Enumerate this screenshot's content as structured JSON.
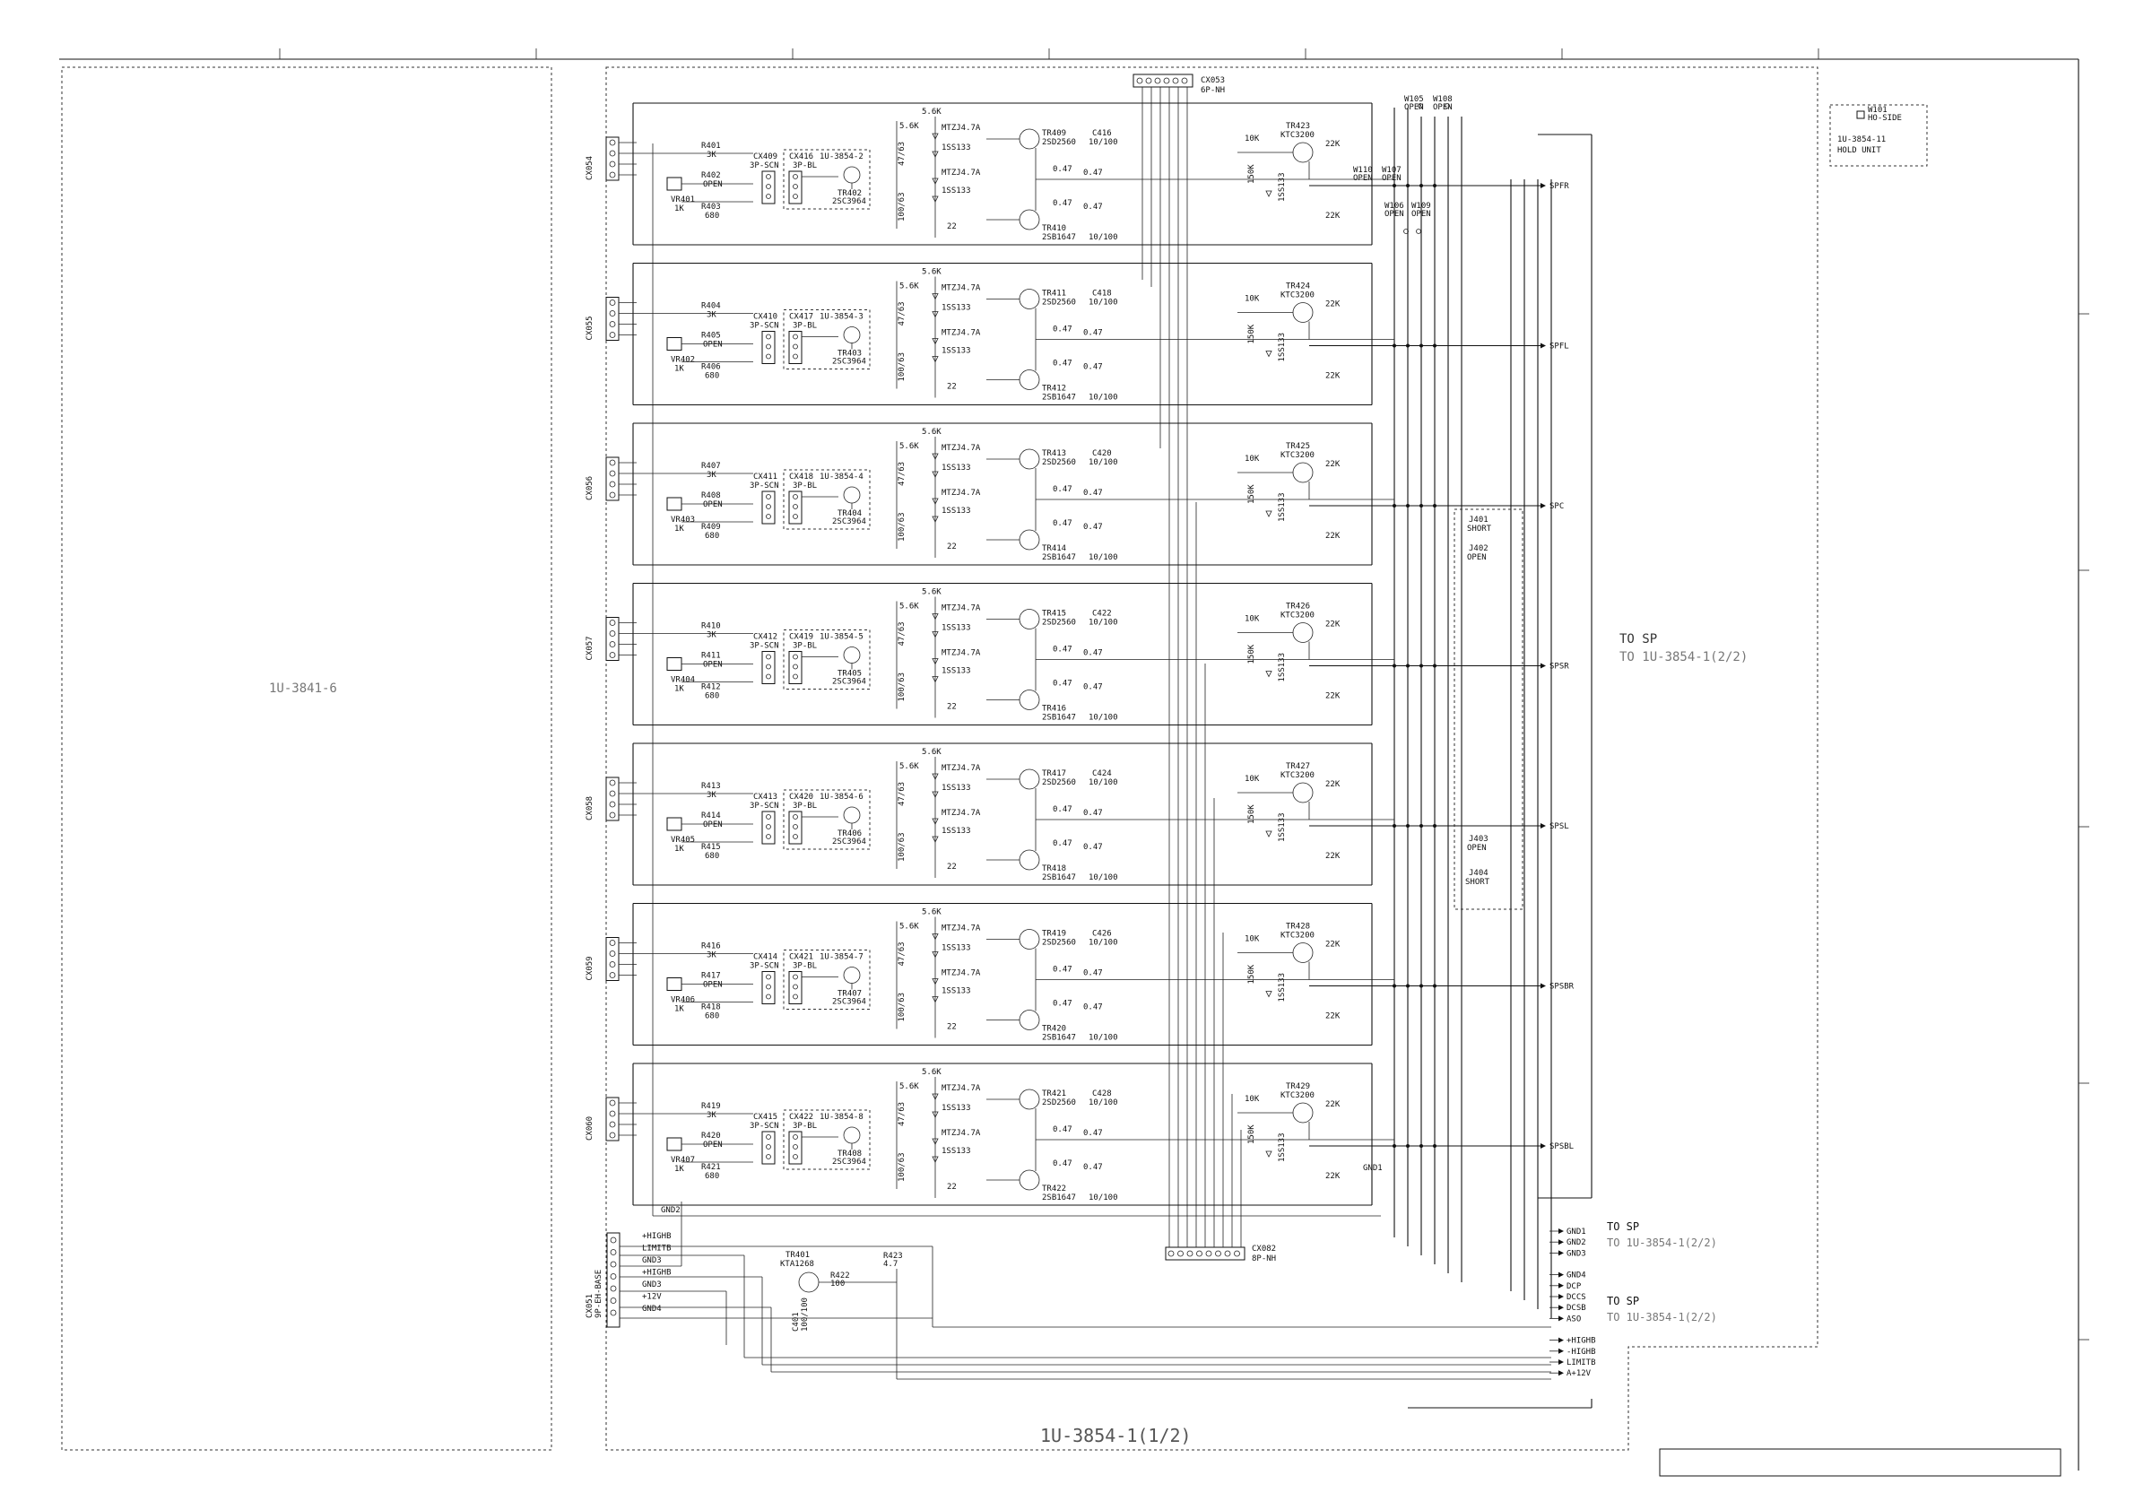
{
  "boards": {
    "left_unit": "1U-3841-6",
    "main_unit": "1U-3854-1(1/2)",
    "hold_unit_title": "1U-3854-11",
    "hold_unit_subtitle": "HOLD UNIT",
    "hold_unit_part": "W101",
    "hold_unit_part_note": "HO-SIDE"
  },
  "connectors": {
    "top": {
      "ref": "CX053",
      "type": "6P-NH"
    },
    "bottom": {
      "ref": "CX082",
      "type": "8P-NH"
    },
    "power": {
      "ref": "CX051",
      "type": "9P-EH-BASE"
    },
    "power_pins": [
      "+HIGHB",
      "LIMITB",
      "GND3",
      "+HIGHB",
      "GND3",
      "+12V",
      "GND4"
    ]
  },
  "channels": [
    {
      "cx": "CX054",
      "vr": "VR401",
      "r1": "R401",
      "r2": "R402",
      "r3": "R403",
      "cxa": "CX409",
      "cxb": "CX416",
      "sub": "1U-3854-2",
      "tr": "TR402",
      "out": "SPFR",
      "tr_hi": "TR409",
      "tr_lo": "TR410",
      "drv": "TR423",
      "cap": "C416"
    },
    {
      "cx": "CX055",
      "vr": "VR402",
      "r1": "R404",
      "r2": "R405",
      "r3": "R406",
      "cxa": "CX410",
      "cxb": "CX417",
      "sub": "1U-3854-3",
      "tr": "TR403",
      "out": "SPFL",
      "tr_hi": "TR411",
      "tr_lo": "TR412",
      "drv": "TR424",
      "cap": "C418"
    },
    {
      "cx": "CX056",
      "vr": "VR403",
      "r1": "R407",
      "r2": "R408",
      "r3": "R409",
      "cxa": "CX411",
      "cxb": "CX418",
      "sub": "1U-3854-4",
      "tr": "TR404",
      "out": "SPC",
      "tr_hi": "TR413",
      "tr_lo": "TR414",
      "drv": "TR425",
      "cap": "C420"
    },
    {
      "cx": "CX057",
      "vr": "VR404",
      "r1": "R410",
      "r2": "R411",
      "r3": "R412",
      "cxa": "CX412",
      "cxb": "CX419",
      "sub": "1U-3854-5",
      "tr": "TR405",
      "out": "SPSR",
      "tr_hi": "TR415",
      "tr_lo": "TR416",
      "drv": "TR426",
      "cap": "C422"
    },
    {
      "cx": "CX058",
      "vr": "VR405",
      "r1": "R413",
      "r2": "R414",
      "r3": "R415",
      "cxa": "CX413",
      "cxb": "CX420",
      "sub": "1U-3854-6",
      "tr": "TR406",
      "out": "SPSL",
      "tr_hi": "TR417",
      "tr_lo": "TR418",
      "drv": "TR427",
      "cap": "C424"
    },
    {
      "cx": "CX059",
      "vr": "VR406",
      "r1": "R416",
      "r2": "R417",
      "r3": "R418",
      "cxa": "CX414",
      "cxb": "CX421",
      "sub": "1U-3854-7",
      "tr": "TR407",
      "out": "SPSBR",
      "tr_hi": "TR419",
      "tr_lo": "TR420",
      "drv": "TR428",
      "cap": "C426"
    },
    {
      "cx": "CX060",
      "vr": "VR407",
      "r1": "R419",
      "r2": "R420",
      "r3": "R421",
      "cxa": "CX415",
      "cxb": "CX422",
      "sub": "1U-3854-8",
      "tr": "TR408",
      "out": "SPSBL",
      "tr_hi": "TR421",
      "tr_lo": "TR422",
      "drv": "TR429",
      "cap": "C428"
    }
  ],
  "common_parts": {
    "cx_type_a": "3P-SCN",
    "cx_type_b": "3P-BL",
    "tr_sub_type": "2SC3964",
    "tr_hi_type": "2SD2560",
    "tr_lo_type": "2SB1647",
    "drv_type": "KTC3200",
    "zener": "MTZJ4.7A",
    "diode": "1SS133",
    "r_emit": "0.47",
    "r_base": "22",
    "r_bias": "5.6K",
    "r_load": "22K",
    "r_drv": "10K",
    "r_fb": "150K",
    "cap_out": "10/100",
    "cap_in": "100/63",
    "cap_hf": "47/63",
    "vr_value": "1K",
    "r_top": "3K",
    "r_open": "OPEN",
    "r_680": "680"
  },
  "jumpers": [
    {
      "ref": "J401",
      "state": "SHORT"
    },
    {
      "ref": "J402",
      "state": "OPEN"
    },
    {
      "ref": "J403",
      "state": "OPEN"
    },
    {
      "ref": "J404",
      "state": "SHORT"
    }
  ],
  "wires_top": [
    {
      "ref": "W105",
      "state": "OPEN"
    },
    {
      "ref": "W108",
      "state": "OPEN"
    },
    {
      "ref": "W110",
      "state": "OPEN"
    },
    {
      "ref": "W107",
      "state": "OPEN"
    },
    {
      "ref": "W106",
      "state": "OPEN"
    },
    {
      "ref": "W109",
      "state": "OPEN"
    }
  ],
  "gnd_labels": {
    "gnd1": "GND1",
    "gnd2": "GND2"
  },
  "bottom_signals": [
    "GND1",
    "GND2",
    "GND3",
    "GND4",
    "DCP",
    "DCCS",
    "DCSB",
    "ASO",
    "+HIGHB",
    "-HIGHB",
    "LIMITB",
    "A+12V"
  ],
  "to_sp": [
    {
      "title": "TO SP",
      "ref": "TO 1U-3854-1(2/2)"
    },
    {
      "title": "TO SP",
      "ref": "TO 1U-3854-1(2/2)"
    },
    {
      "title": "TO SP",
      "ref": "TO 1U-3854-1(2/2)"
    }
  ],
  "power_parts": {
    "tr": "TR401",
    "tr_type": "KTA1268",
    "r1": "R422",
    "r1_val": "100",
    "r2": "R423",
    "r2_val": "4.7",
    "cap": "C401",
    "cap_val": "100/100"
  }
}
